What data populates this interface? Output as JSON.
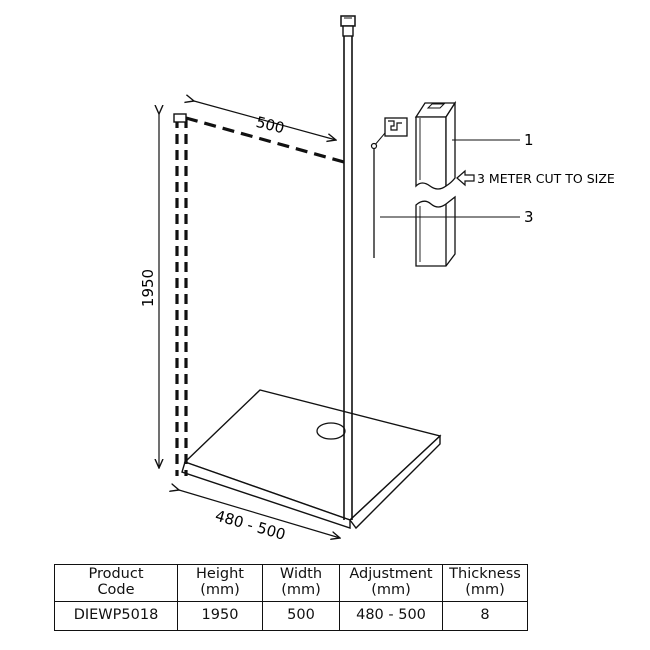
{
  "dimensions": {
    "width_label": "500",
    "height_label": "1950",
    "adjustment_label": "480 - 500"
  },
  "callouts": {
    "item1": "1",
    "item3": "3",
    "cut_note": "3 METER CUT TO SIZE"
  },
  "table": {
    "headers": [
      {
        "line1": "Product",
        "line2": "Code"
      },
      {
        "line1": "Height",
        "line2": "(mm)"
      },
      {
        "line1": "Width",
        "line2": "(mm)"
      },
      {
        "line1": "Adjustment",
        "line2": "(mm)"
      },
      {
        "line1": "Thickness",
        "line2": "(mm)"
      }
    ],
    "row": {
      "code": "DIEWP5018",
      "height": "1950",
      "width": "500",
      "adjustment": "480 - 500",
      "thickness": "8"
    }
  },
  "colors": {
    "line": "#111111",
    "fill": "#ffffff"
  }
}
